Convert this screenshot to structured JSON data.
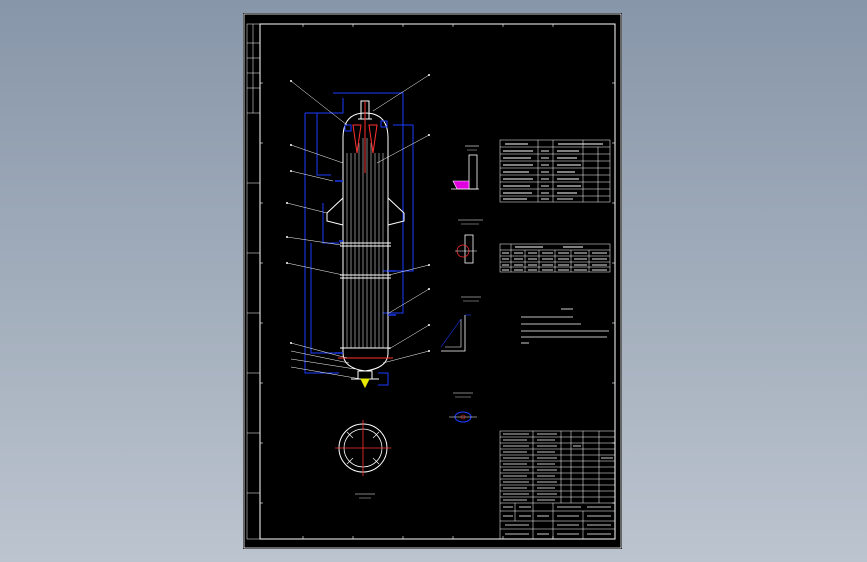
{
  "app": {
    "colors": {
      "background_top": "#8796a9",
      "background_bottom": "#bcc4cf",
      "sheet": "#000000",
      "line_white": "#ffffff",
      "line_blue": "#1a3cff",
      "line_red": "#ff3030",
      "line_magenta": "#e000e0",
      "line_yellow": "#e8e800"
    },
    "drawing": {
      "frame": "drawing-border",
      "components": [
        "vertical-vessel-elevation",
        "vessel-top-view",
        "detail-views",
        "technical-table",
        "nozzle-table",
        "technical-notes",
        "title-block"
      ]
    }
  }
}
